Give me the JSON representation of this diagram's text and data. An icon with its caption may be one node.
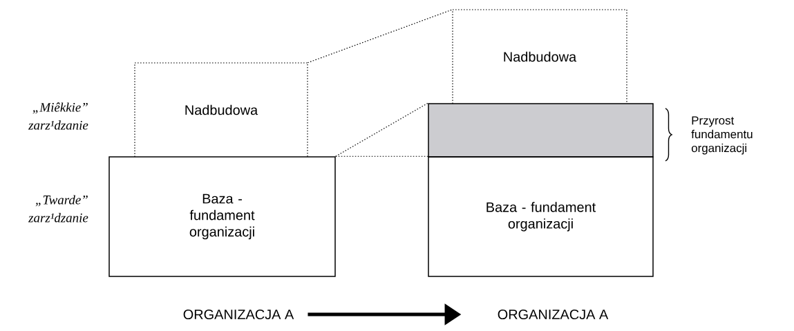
{
  "diagram": {
    "nodes": [
      {
        "text": [
          "Nadbudowa"
        ]
      },
      {
        "text": [
          "Baza - fundament organizacji"
        ]
      },
      {
        "text": [
          "Nadbudowa"
        ]
      },
      {
        "text": [],
        "shape": "box"
      },
      {
        "text": [
          "Baza - fundament organizacji"
        ]
      },
      {
        "text": [
          "ORGANIZACJA A"
        ]
      },
      {
        "text": [
          "ORGANIZACJA A"
        ]
      }
    ],
    "edges": [
      {
        "from": 0,
        "to": 2,
        "arrow": "none",
        "style": "dashed"
      },
      {
        "from": 1,
        "to": 3,
        "arrow": "none",
        "style": "dashed"
      },
      {
        "from": 1,
        "to": 4,
        "arrow": "none",
        "style": "dashed"
      },
      {
        "from": 5,
        "to": 6,
        "arrow": "to",
        "style": "thick"
      }
    ],
    "labels": [
      "„Miêkkie” zarz¹dzanie",
      "Przyrost fundamentu organizacji",
      "„Twarde” zarz¹dzanie"
    ]
  }
}
